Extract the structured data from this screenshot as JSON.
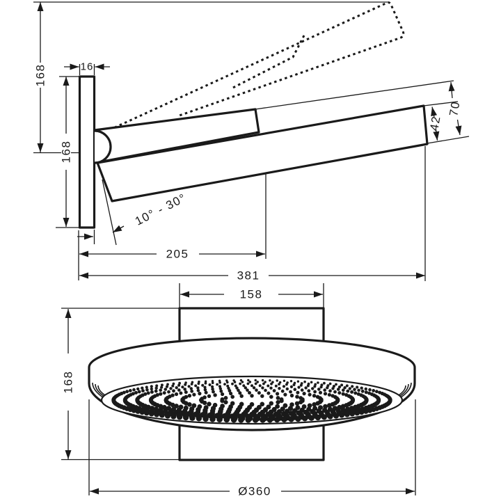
{
  "page": {
    "background": "#ffffff"
  },
  "diagram": {
    "kind": "technical dimension drawing",
    "subject": "wall-mounted overhead shower: side view (top) and face view (bottom)",
    "line_color": "#1a1a1a",
    "side_view": {
      "dim_top_to_center_height": "168",
      "dim_plate_depth": "16",
      "dim_plate_height": "168",
      "dim_end_total_thickness": "70",
      "dim_head_thickness": "42",
      "angle_range_label": "10° - 30°",
      "dim_projection_to_head": "205",
      "dim_projection_total": "381"
    },
    "front_view": {
      "dim_bracket_width": "158",
      "dim_bracket_height": "168",
      "dim_diameter_label": "Ø360"
    }
  }
}
